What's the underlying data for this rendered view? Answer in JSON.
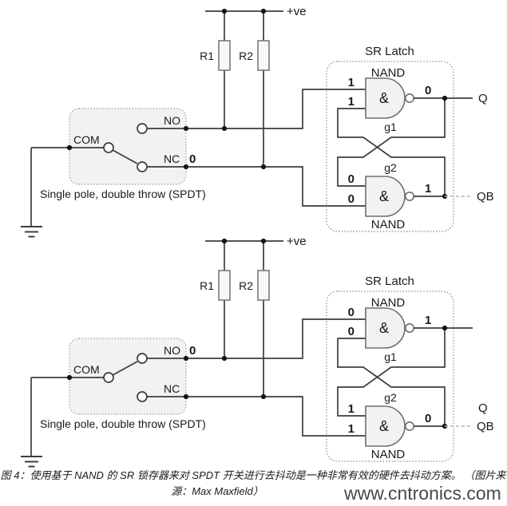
{
  "colors": {
    "wire": "#3d3d3d",
    "green": "#2eab4e",
    "red": "#ee2c2c",
    "blue": "#2064c8",
    "gray": "#a3a3a3",
    "caption": "#595959",
    "watermark": "#9bcb83"
  },
  "circuit1": {
    "supply": "+ve",
    "r1": "R1",
    "r2": "R2",
    "switch": {
      "com": "COM",
      "no": "NO",
      "nc": "NC",
      "state": "0",
      "state_color": "#2eab4e",
      "type_label": "Single pole, double throw (SPDT)",
      "lever_position": "NC"
    },
    "latch": {
      "title": "SR Latch",
      "nand_top": "NAND",
      "nand_bottom": "NAND",
      "g1": {
        "name": "g1",
        "symbol": "&",
        "in1": "1",
        "in1_color": "#a3a3a3",
        "in2": "1",
        "in2_color": "#ee2c2c",
        "out": "0",
        "out_color": "#2064c8"
      },
      "g2": {
        "name": "g2",
        "symbol": "&",
        "in1": "0",
        "in1_color": "#2064c8",
        "in2": "0",
        "in2_color": "#2eab4e",
        "out": "1",
        "out_color": "#ee2c2c"
      },
      "q": "Q",
      "qb": "QB"
    }
  },
  "circuit2": {
    "supply": "+ve",
    "r1": "R1",
    "r2": "R2",
    "switch": {
      "com": "COM",
      "no": "NO",
      "nc": "NC",
      "state": "0",
      "state_color": "#2eab4e",
      "type_label": "Single pole, double throw (SPDT)",
      "lever_position": "NO"
    },
    "latch": {
      "title": "SR Latch",
      "nand_top": "NAND",
      "nand_bottom": "NAND",
      "g1": {
        "name": "g1",
        "symbol": "&",
        "in1": "0",
        "in1_color": "#2eab4e",
        "in2": "0",
        "in2_color": "#2064c8",
        "out": "1",
        "out_color": "#ee2c2c"
      },
      "g2": {
        "name": "g2",
        "symbol": "&",
        "in1": "1",
        "in1_color": "#ee2c2c",
        "in2": "1",
        "in2_color": "#a3a3a3",
        "out": "0",
        "out_color": "#2064c8"
      },
      "q": "Q",
      "qb": "QB"
    }
  },
  "caption": {
    "line1": "图 4：使用基于 NAND 的 SR 锁存器来对 SPDT 开关进行去抖动是一种非常有效的硬件去抖动方案。 （图片来",
    "line2": "源：Max Maxfield）"
  },
  "watermark": "www.cntronics.com"
}
